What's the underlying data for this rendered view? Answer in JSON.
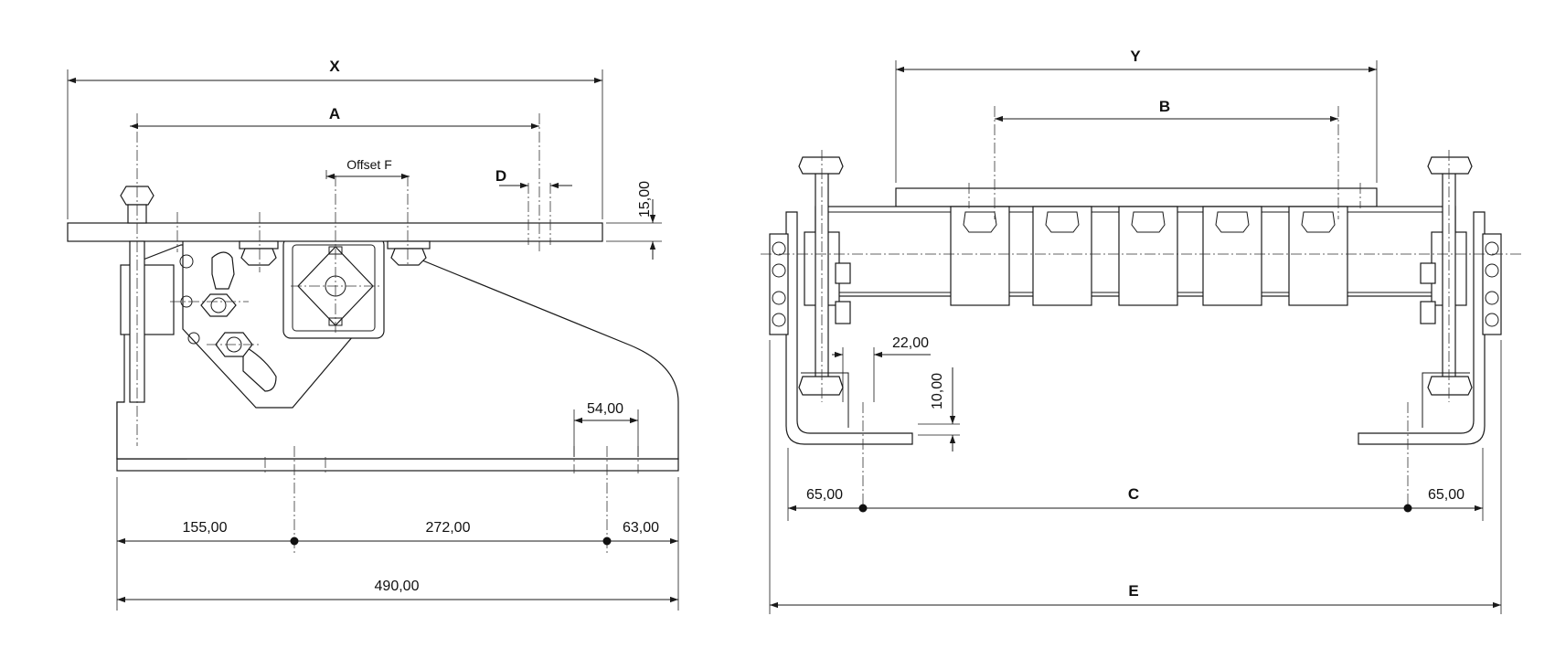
{
  "side_view": {
    "dim_x": "X",
    "dim_a": "A",
    "dim_d": "D",
    "offset_f": "Offset F",
    "plate_thickness": "15,00",
    "slot_width": "54,00",
    "base_left": "155,00",
    "base_mid": "272,00",
    "base_right": "63,00",
    "base_total": "490,00"
  },
  "front_view": {
    "dim_y": "Y",
    "dim_b": "B",
    "bracket_offset": "22,00",
    "foot_thickness": "10,00",
    "left_edge": "65,00",
    "dim_c": "C",
    "right_edge": "65,00",
    "dim_e": "E"
  }
}
